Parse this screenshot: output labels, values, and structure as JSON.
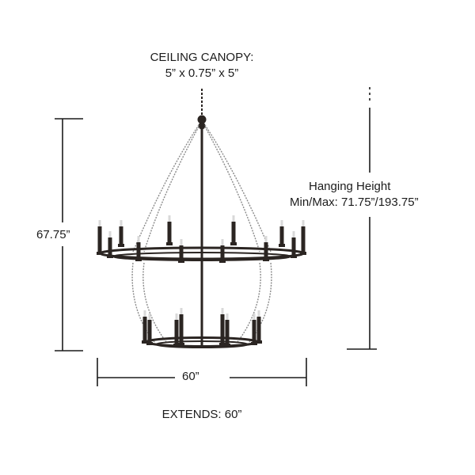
{
  "canopy": {
    "title": "CEILING CANOPY:",
    "dims": "5” x 0.75” x 5”"
  },
  "fixture_height": "67.75”",
  "hanging_height": {
    "title": "Hanging Height",
    "value": "Min/Max: 71.75”/193.75”"
  },
  "width": "60”",
  "extends": "EXTENDS: 60”",
  "colors": {
    "fixture": "#2b2522",
    "dimension_line": "#1c1c1c",
    "chain": "#8a8a8a"
  }
}
